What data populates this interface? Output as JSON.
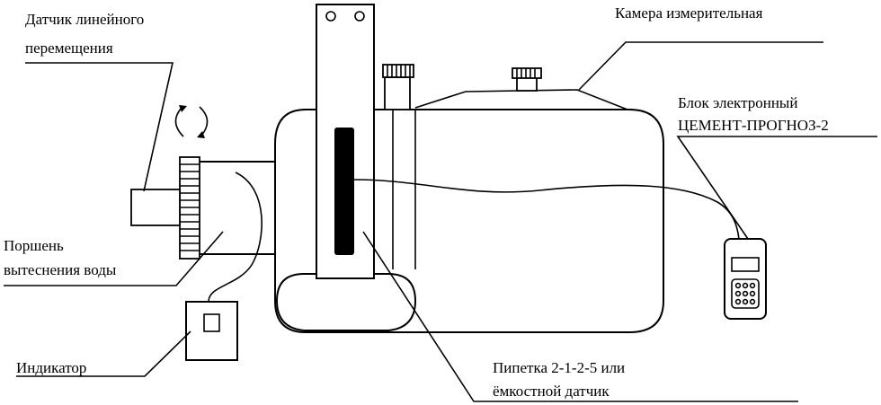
{
  "labels": {
    "displacement_sensor_line1": "Датчик линейного",
    "displacement_sensor_line2": "перемещения",
    "piston_line1": "Поршень",
    "piston_line2": "вытеснения воды",
    "indicator": "Индикатор",
    "chamber": "Камера измерительная",
    "electronic_unit_line1": "Блок электронный",
    "electronic_unit_line2": "ЦЕМЕНТ-ПРОГНОЗ-2",
    "pipette_line1": "Пипетка 2-1-2-5 или",
    "pipette_line2": "ёмкостной датчик"
  },
  "colors": {
    "ink": "#000000",
    "paper": "#ffffff"
  },
  "icons": {
    "rotation": "rotation-arrows-icon"
  }
}
